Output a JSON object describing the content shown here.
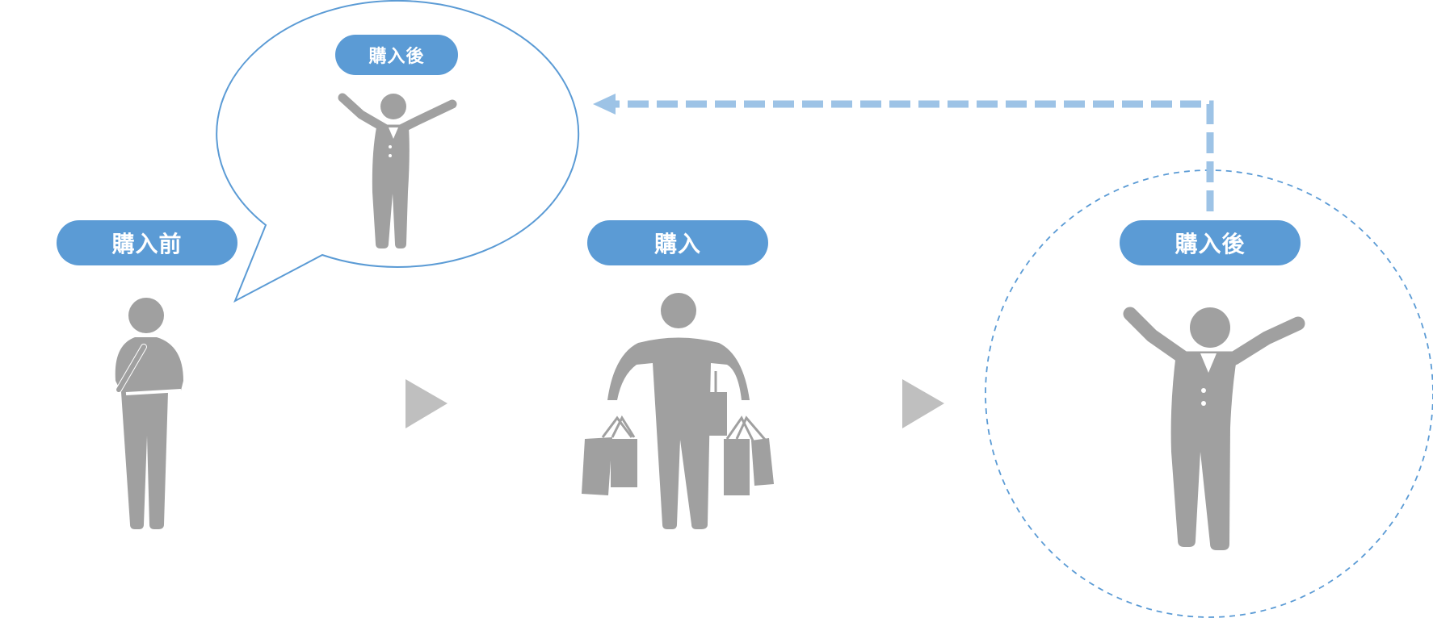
{
  "stages": {
    "before": {
      "label": "購入前"
    },
    "purchase": {
      "label": "購入"
    },
    "after": {
      "label": "購入後"
    }
  },
  "bubble": {
    "label": "購入後"
  },
  "colors": {
    "accent": "#5b9bd5",
    "figure": "#a0a0a0",
    "arrow": "#bfbfbf",
    "dashed_line": "#9dc3e6"
  }
}
